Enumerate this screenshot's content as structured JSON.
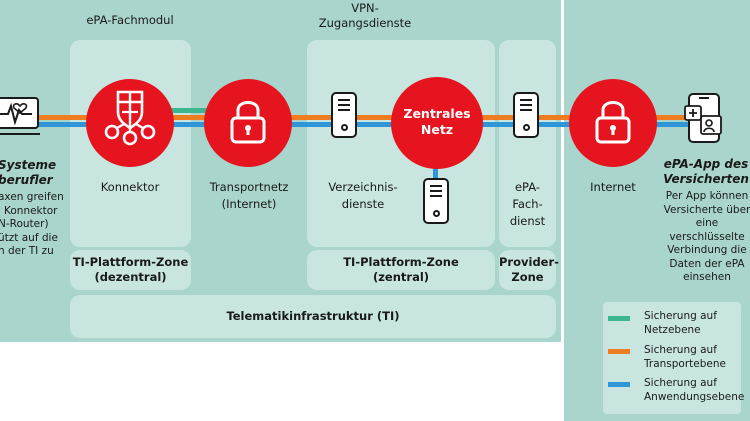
{
  "headers": {
    "fachmodul": "ePA-Fachmodul",
    "vpn_line1": "VPN-",
    "vpn_line2": "Zugangsdienste"
  },
  "left_partial": {
    "title_line1": "Systeme",
    "title_line2": "berufler",
    "lines": [
      "axen greifen",
      "Konnektor",
      "N-Router)",
      "ützt auf die",
      "n der TI zu"
    ]
  },
  "nodes": {
    "konnektor": "Konnektor",
    "transportnetz_line1": "Transportnetz",
    "transportnetz_line2": "(Internet)",
    "verzeichnis_line1": "Verzeichnis-",
    "verzeichnis_line2": "dienste",
    "zentrales_line1": "Zentrales",
    "zentrales_line2": "Netz",
    "fachdienst_line1": "ePA-",
    "fachdienst_line2": "Fach-",
    "fachdienst_line3": "dienst",
    "internet": "Internet"
  },
  "app": {
    "title_line1": "ePA-App des",
    "title_line2": "Versicherten",
    "lines": [
      "Per App können",
      "Versicherte über",
      "eine verschlüsselte",
      "Verbindung die",
      "Daten der ePA",
      "einsehen"
    ]
  },
  "zones": {
    "dezentral_line1": "TI-Plattform-Zone",
    "dezentral_line2": "(dezentral)",
    "zentral_line1": "TI-Plattform-Zone",
    "zentral_line2": "(zentral)",
    "provider_line1": "Provider-",
    "provider_line2": "Zone",
    "ti": "Telematikinfrastruktur (TI)"
  },
  "legend": [
    {
      "line1": "Sicherung auf",
      "line2": "Netzebene",
      "color": "#3db58e"
    },
    {
      "line1": "Sicherung auf",
      "line2": "Transportebene",
      "color": "#ee7d22"
    },
    {
      "line1": "Sicherung auf",
      "line2": "Anwendungsebene",
      "color": "#2f95d6"
    }
  ],
  "colors": {
    "red": "#e5141f",
    "green": "#3db58e",
    "orange": "#ee7d22",
    "blue": "#2f95d6",
    "background": "#a9d5cc",
    "panel": "#c8e6df"
  },
  "icons": [
    "monitor-heartbeat-icon",
    "shield-cross-icon",
    "padlock-icon",
    "server-icon",
    "smartphone-medical-app-icon"
  ]
}
